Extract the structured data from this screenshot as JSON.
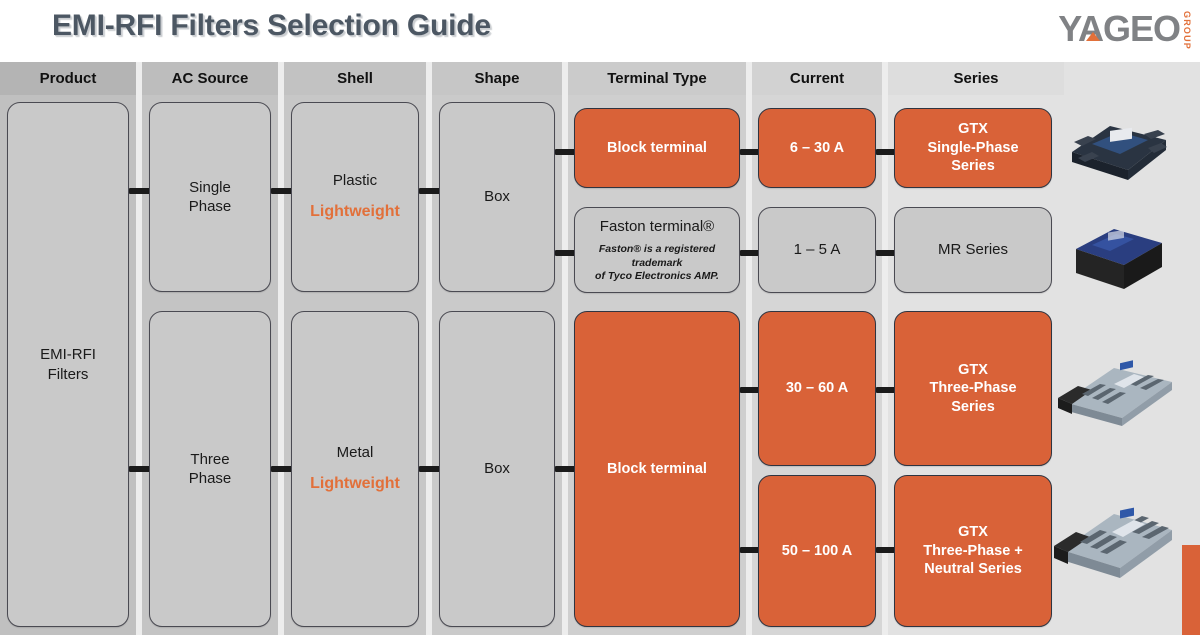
{
  "header": {
    "title": "EMI-RFI Filters Selection Guide",
    "logo_word": "YAGEO",
    "logo_sub": "GROUP"
  },
  "colors": {
    "accent_orange": "#d96238",
    "title_gray": "#4c5763",
    "node_gray": "#c9c9c9",
    "board_bg": "#ededed"
  },
  "columns": [
    {
      "label": "Product"
    },
    {
      "label": "AC Source"
    },
    {
      "label": "Shell"
    },
    {
      "label": "Shape"
    },
    {
      "label": "Terminal Type"
    },
    {
      "label": "Current"
    },
    {
      "label": "Series"
    }
  ],
  "nodes": {
    "product": {
      "label": "EMI-RFI\nFilters",
      "line1": "EMI-RFI",
      "line2": "Filters"
    },
    "ac_single": {
      "line1": "Single",
      "line2": "Phase"
    },
    "ac_three": {
      "line1": "Three",
      "line2": "Phase"
    },
    "shell_plastic": {
      "material": "Plastic",
      "tag": "Lightweight"
    },
    "shell_metal": {
      "material": "Metal",
      "tag": "Lightweight"
    },
    "shape_top": {
      "label": "Box"
    },
    "shape_bottom": {
      "label": "Box"
    },
    "term_block_top": {
      "label": "Block terminal"
    },
    "term_faston": {
      "label": "Faston terminal®",
      "note_line1": "Faston® is a registered trademark",
      "note_line2": "of Tyco Electronics AMP."
    },
    "term_block_bottom": {
      "label": "Block terminal"
    },
    "cur_6_30": {
      "label": "6 – 30 A"
    },
    "cur_1_5": {
      "label": "1 – 5 A"
    },
    "cur_30_60": {
      "label": "30 – 60 A"
    },
    "cur_50_100": {
      "label": "50 – 100 A"
    },
    "ser_gtx_single": {
      "l1": "GTX",
      "l2": "Single-Phase",
      "l3": "Series"
    },
    "ser_mr": {
      "l1": "MR Series"
    },
    "ser_gtx_three": {
      "l1": "GTX",
      "l2": "Three-Phase",
      "l3": "Series"
    },
    "ser_gtx_three_n": {
      "l1": "GTX",
      "l2": "Three-Phase +",
      "l3": "Neutral Series"
    }
  },
  "photos": [
    {
      "name": "gtx-single-phase-filter-photo"
    },
    {
      "name": "mr-series-filter-photo"
    },
    {
      "name": "gtx-three-phase-filter-photo"
    },
    {
      "name": "gtx-three-phase-neutral-filter-photo"
    }
  ]
}
